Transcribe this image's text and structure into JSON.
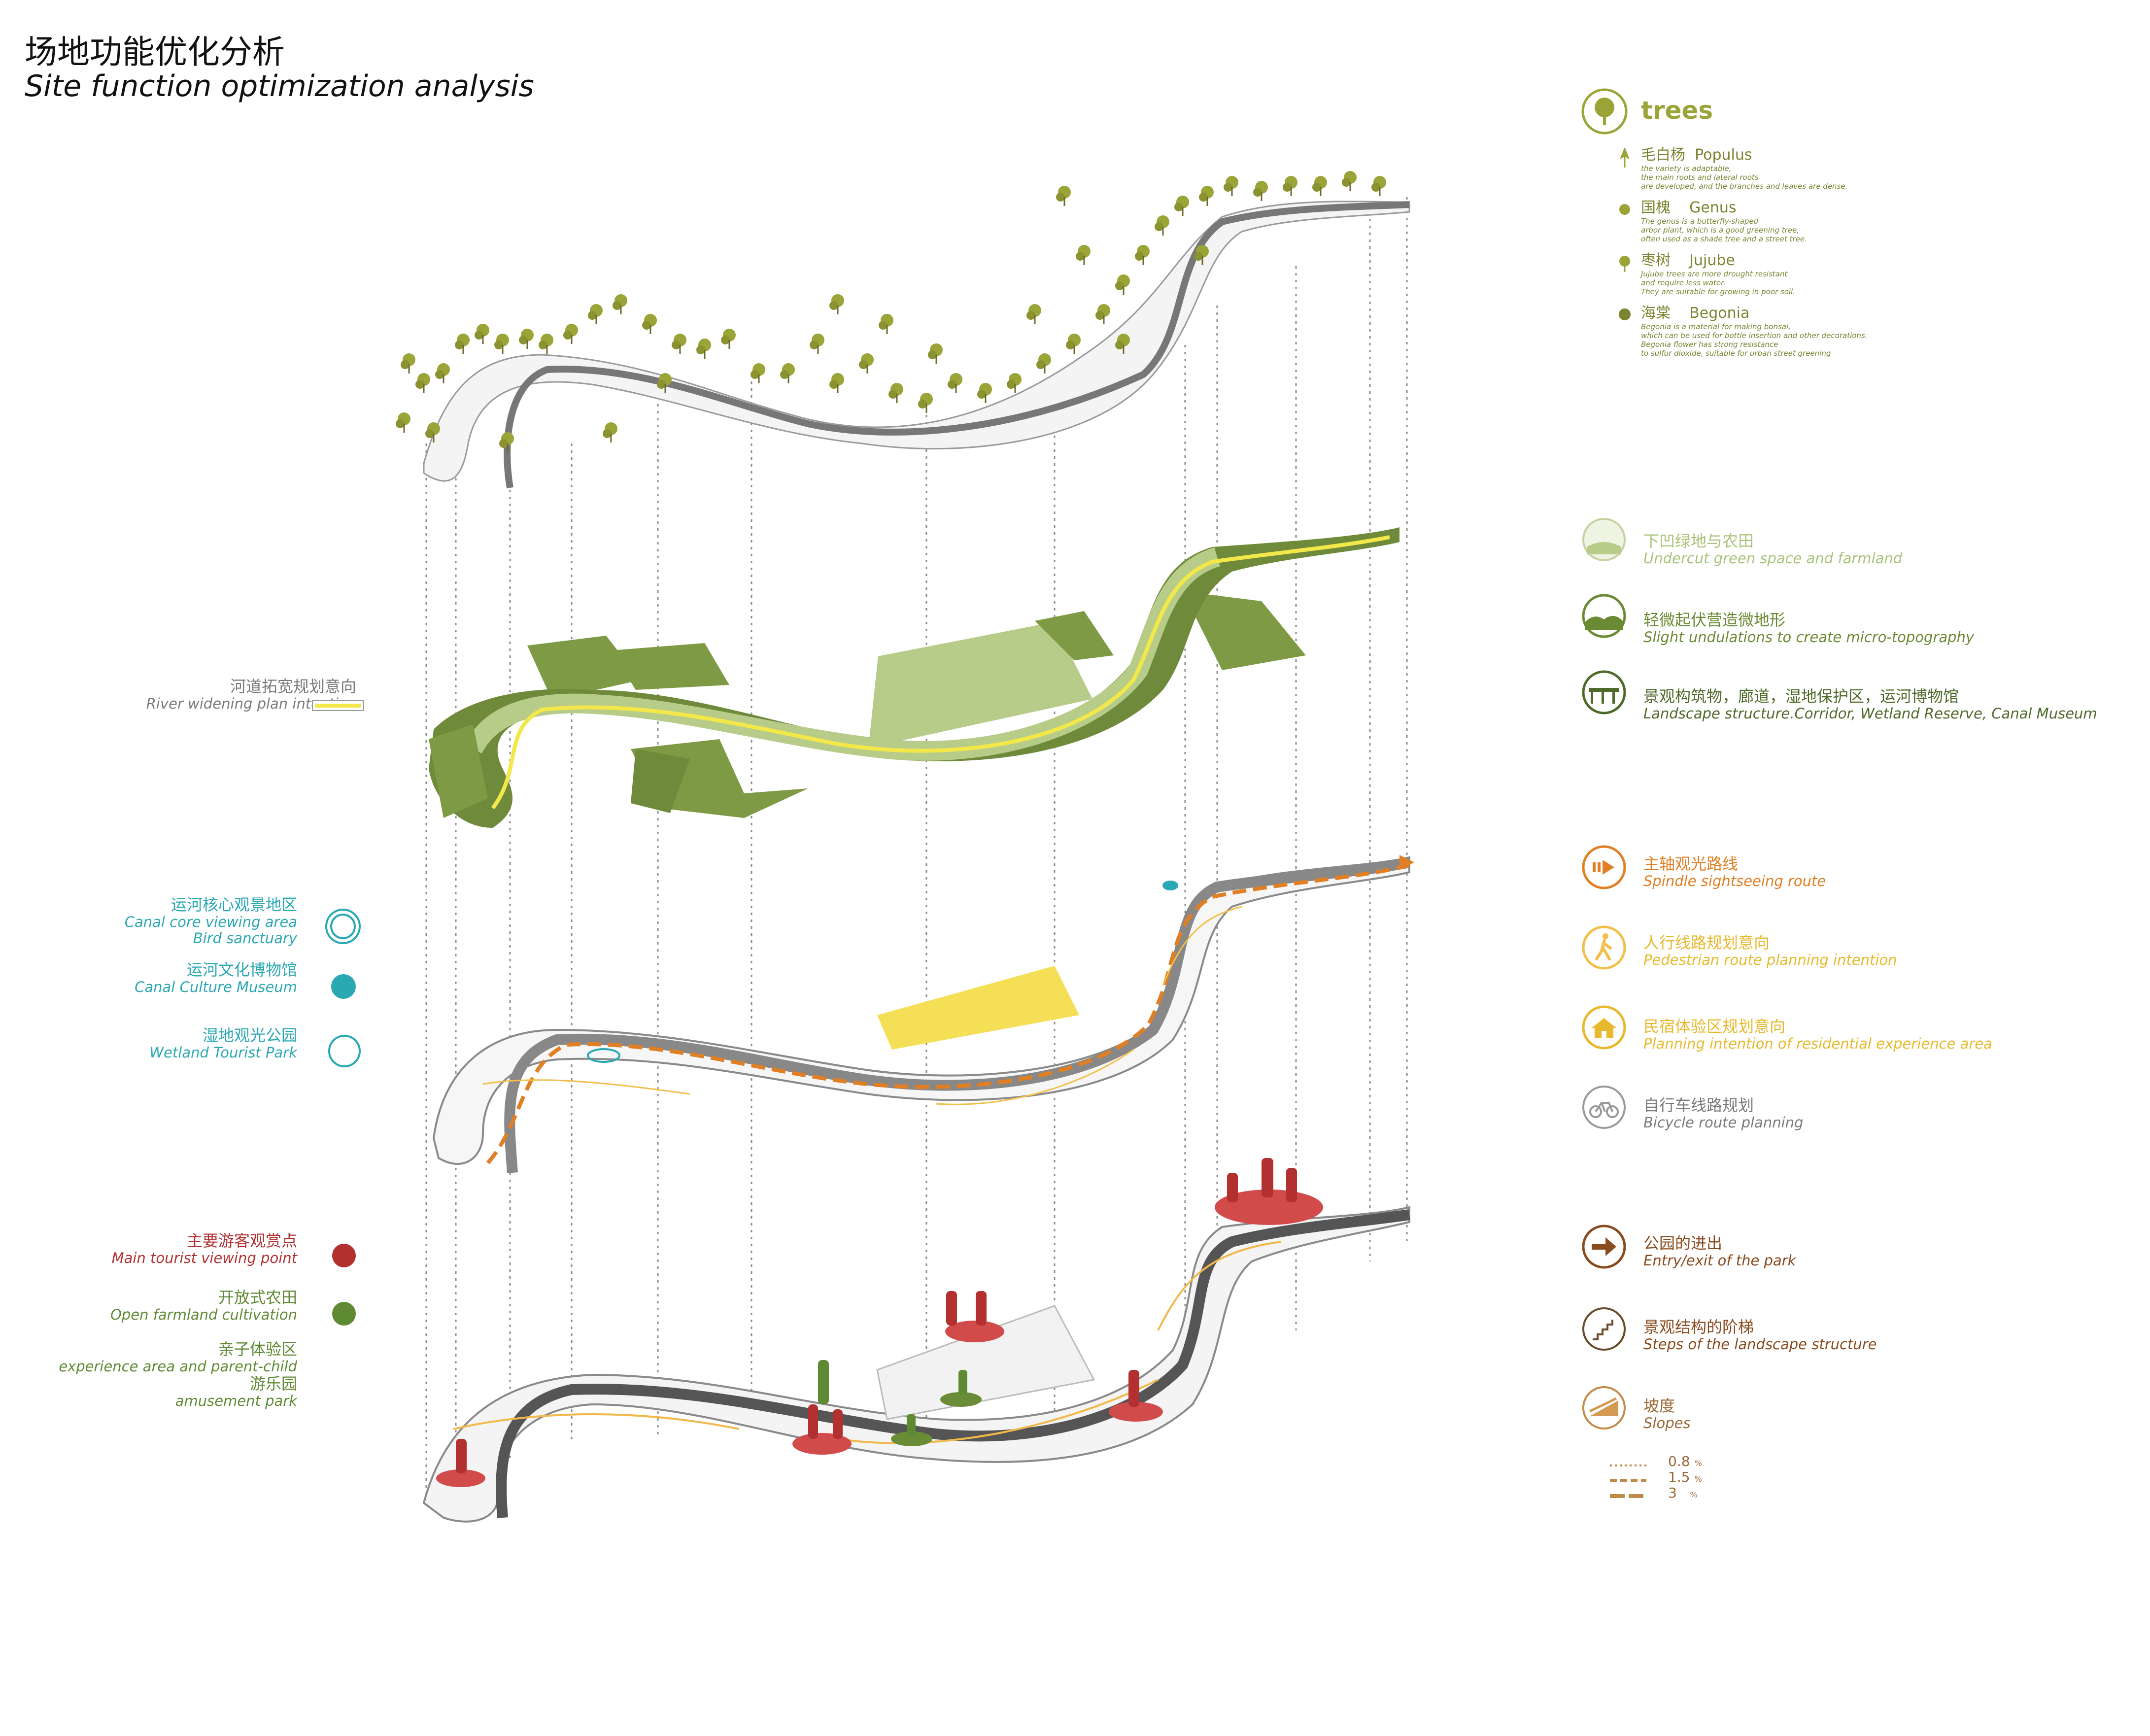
{
  "title": {
    "cn": "场地功能优化分析",
    "en": "Site function optimization analysis"
  },
  "trees": {
    "heading": "trees",
    "items": [
      {
        "cn": "毛白杨",
        "en": "Populus",
        "desc": [
          "the variety is adaptable,",
          "the main roots and lateral roots",
          "are developed, and the branches and leaves are dense."
        ]
      },
      {
        "cn": "国槐",
        "en": "Genus",
        "desc": [
          "The genus is a butterfly-shaped",
          "arbor plant, which is a good greening tree,",
          "often used as a shade tree and a street tree."
        ]
      },
      {
        "cn": "枣树",
        "en": "Jujube",
        "desc": [
          "Jujube trees are more drought resistant",
          "and require less water.",
          "They are suitable for growing in poor soil."
        ]
      },
      {
        "cn": "海棠",
        "en": "Begonia",
        "desc": [
          "Begonia is a material for making bonsai,",
          "which can be used for bottle insertion and other decorations.",
          "Begonia flower has strong resistance",
          "to sulfur dioxide, suitable for urban street greening"
        ]
      }
    ]
  },
  "terrain_legend": [
    {
      "cn": "下凹绿地与农田",
      "en": "Undercut green space and farmland",
      "icon": "sunken-green-icon"
    },
    {
      "cn": "轻微起伏营造微地形",
      "en": "Slight undulations to create micro-topography",
      "icon": "hill-icon"
    },
    {
      "cn": "景观构筑物，廊道，湿地保护区，运河博物馆",
      "en": "Landscape structure.Corridor, Wetland Reserve, Canal Museum",
      "icon": "structure-icon"
    }
  ],
  "river_widening": {
    "cn": "河道拓宽规划意向",
    "en": "River widening plan intention"
  },
  "route_legend": [
    {
      "cn": "主轴观光路线",
      "en": "Spindle sightseeing route",
      "icon": "arrow-route-icon"
    },
    {
      "cn": "人行线路规划意向",
      "en": "Pedestrian route planning intention",
      "icon": "pedestrian-icon"
    },
    {
      "cn": "民宿体验区规划意向",
      "en": "Planning intention of residential experience area",
      "icon": "house-icon"
    },
    {
      "cn": "自行车线路规划",
      "en": "Bicycle route planning",
      "icon": "bicycle-icon"
    }
  ],
  "canal_legend": [
    {
      "cn": "运河核心观景地区",
      "en": [
        "Canal core viewing area",
        "Bird sanctuary"
      ],
      "icon": "double-ring-icon"
    },
    {
      "cn": "运河文化博物馆",
      "en": [
        "Canal Culture Museum"
      ],
      "icon": "filled-dot-icon"
    },
    {
      "cn": "湿地观光公园",
      "en": [
        "Wetland Tourist Park"
      ],
      "icon": "ring-icon"
    }
  ],
  "activity_legend": [
    {
      "cn": "主要游客观赏点",
      "en": "Main tourist viewing point",
      "icon": "red-dot-icon"
    },
    {
      "cn": "开放式农田",
      "en": "Open farmland cultivation",
      "icon": "green-dot-icon"
    }
  ],
  "parent_child": {
    "cn": "亲子体验区",
    "en": "experience area and parent-child",
    "cn2": "游乐园",
    "en2": "amusement park"
  },
  "park_legend": [
    {
      "cn": "公园的进出",
      "en": "Entry/exit of the park",
      "icon": "entry-arrow-icon"
    },
    {
      "cn": "景观结构的阶梯",
      "en": "Steps of the landscape structure",
      "icon": "steps-icon"
    },
    {
      "cn": "坡度",
      "en": "Slopes",
      "icon": "slope-icon"
    }
  ],
  "slopes": [
    {
      "value": "0.8",
      "unit": "%"
    },
    {
      "value": "1.5",
      "unit": "%"
    },
    {
      "value": "3",
      "unit": "%"
    }
  ],
  "colors": {
    "olive": "#9aa437",
    "light_green": "#b8cc8a",
    "mid_green": "#7f9a45",
    "dark_green": "#5e7634",
    "teal": "#2aa8b3",
    "orange": "#e07f23",
    "yellow": "#f2de5a",
    "red": "#c23a3a",
    "farm_green": "#6a8c36",
    "brown": "#8a4b1e"
  }
}
